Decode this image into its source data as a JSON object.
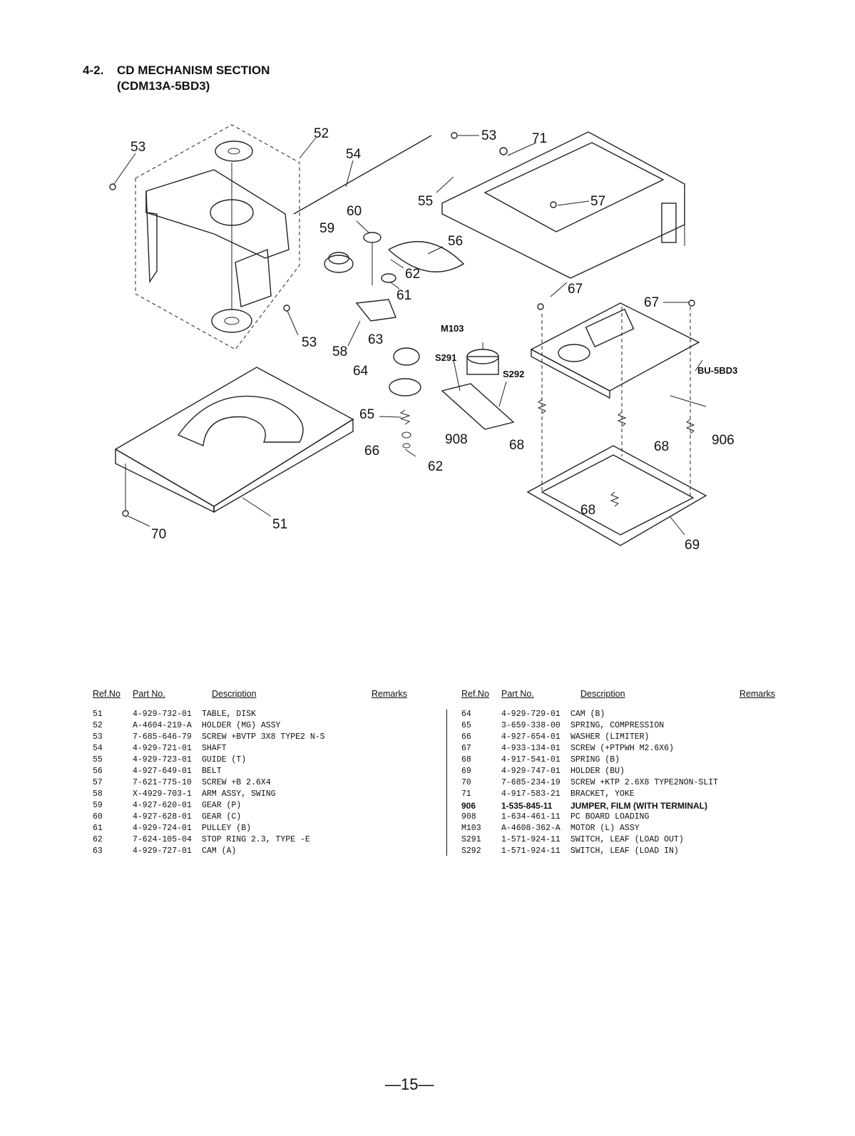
{
  "section": {
    "number": "4-2.",
    "title": "CD MECHANISM SECTION",
    "model": "(CDM13A-5BD3)"
  },
  "diagram": {
    "callouts": [
      "53",
      "52",
      "54",
      "53",
      "71",
      "55",
      "57",
      "60",
      "59",
      "56",
      "62",
      "61",
      "67",
      "67",
      "M103",
      "63",
      "S291",
      "S292",
      "BU-5BD3",
      "58",
      "53",
      "64",
      "65",
      "908",
      "68",
      "68",
      "906",
      "66",
      "62",
      "68",
      "70",
      "51",
      "69"
    ]
  },
  "table": {
    "headers": {
      "ref": "Ref.No",
      "part": "Part No.",
      "desc": "Description",
      "remarks": "Remarks"
    },
    "left": [
      {
        "ref": "51",
        "part": "4-929-732-01",
        "desc": "TABLE, DISK"
      },
      {
        "ref": "52",
        "part": "A-4604-219-A",
        "desc": "HOLDER (MG) ASSY"
      },
      {
        "ref": "53",
        "part": "7-685-646-79",
        "desc": "SCREW +BVTP  3X8  TYPE2 N-S"
      },
      {
        "ref": "54",
        "part": "4-929-721-01",
        "desc": "SHAFT"
      },
      {
        "ref": "55",
        "part": "4-929-723-01",
        "desc": "GUIDE (T)"
      },
      {
        "ref": "56",
        "part": "4-927-649-01",
        "desc": "BELT"
      },
      {
        "ref": "57",
        "part": "7-621-775-10",
        "desc": "SCREW +B 2.6X4"
      },
      {
        "ref": "58",
        "part": "X-4929-703-1",
        "desc": "ARM ASSY, SWING"
      },
      {
        "ref": "59",
        "part": "4-927-620-01",
        "desc": "GEAR (P)"
      },
      {
        "ref": "60",
        "part": "4-927-628-01",
        "desc": "GEAR (C)"
      },
      {
        "ref": "61",
        "part": "4-929-724-01",
        "desc": "PULLEY (B)"
      },
      {
        "ref": "62",
        "part": "7-624-105-04",
        "desc": "STOP RING 2.3, TYPE -E"
      },
      {
        "ref": "63",
        "part": "4-929-727-01",
        "desc": "CAM (A)"
      }
    ],
    "right": [
      {
        "ref": "64",
        "part": "4-929-729-01",
        "desc": "CAM (B)"
      },
      {
        "ref": "65",
        "part": "3-659-338-00",
        "desc": "SPRING, COMPRESSION"
      },
      {
        "ref": "66",
        "part": "4-927-654-01",
        "desc": "WASHER (LIMITER)"
      },
      {
        "ref": "67",
        "part": "4-933-134-01",
        "desc": "SCREW (+PTPWH M2.6X6)"
      },
      {
        "ref": "68",
        "part": "4-917-541-01",
        "desc": "SPRING (B)"
      },
      {
        "ref": "69",
        "part": "4-929-747-01",
        "desc": "HOLDER (BU)"
      },
      {
        "ref": "70",
        "part": "7-685-234-19",
        "desc": "SCREW +KTP 2.6X8 TYPE2NON-SLIT"
      },
      {
        "ref": "71",
        "part": "4-917-583-21",
        "desc": "BRACKET, YOKE"
      },
      {
        "ref": "906",
        "part": "1-535-845-11",
        "desc": "JUMPER, FILM (WITH TERMINAL)"
      },
      {
        "ref": "908",
        "part": "1-634-461-11",
        "desc": "PC BOARD LOADING"
      },
      {
        "ref": "M103",
        "part": "A-4608-362-A",
        "desc": "MOTOR (L) ASSY"
      },
      {
        "ref": "S291",
        "part": "1-571-924-11",
        "desc": "SWITCH, LEAF (LOAD OUT)"
      },
      {
        "ref": "S292",
        "part": "1-571-924-11",
        "desc": "SWITCH, LEAF (LOAD IN)"
      }
    ]
  },
  "page_number": "—15—"
}
